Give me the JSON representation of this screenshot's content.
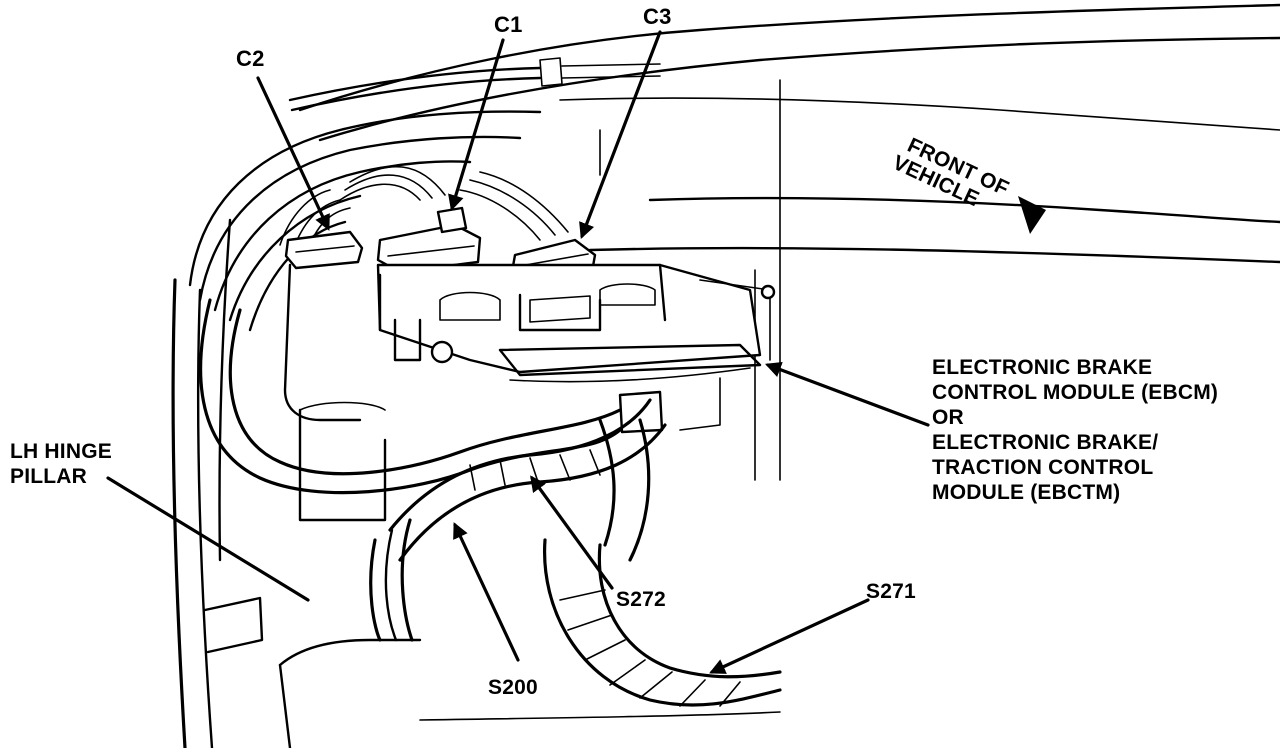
{
  "labels": {
    "c1": "C1",
    "c2": "C2",
    "c3": "C3",
    "front_of_vehicle_line1": "FRONT OF",
    "front_of_vehicle_line2": "VEHICLE",
    "module_line1": "ELECTRONIC BRAKE",
    "module_line2": "CONTROL MODULE (EBCM)",
    "module_line3": "OR",
    "module_line4": "ELECTRONIC BRAKE/",
    "module_line5": "TRACTION CONTROL",
    "module_line6": "MODULE (EBCTM)",
    "lh_hinge_line1": "LH HINGE",
    "lh_hinge_line2": "PILLAR",
    "s200": "S200",
    "s271": "S271",
    "s272": "S272"
  }
}
